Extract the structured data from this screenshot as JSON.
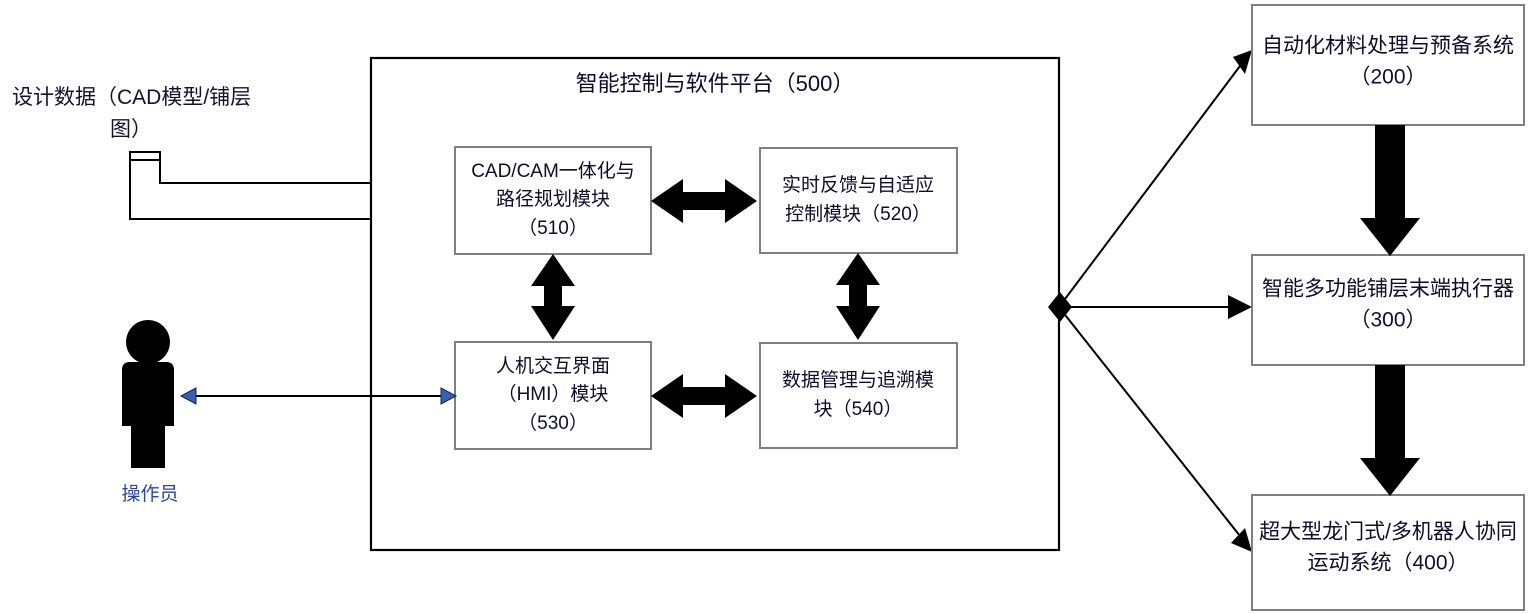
{
  "diagram": {
    "title_free_labels": {
      "design_data": "设计数据（CAD模型/铺层\n图）",
      "operator": "操作员"
    },
    "platform": {
      "title": "智能控制与软件平台（500）",
      "modules": [
        {
          "id": "510",
          "label": "CAD/CAM一体化与\n路径规划模块\n（510）"
        },
        {
          "id": "520",
          "label": "实时反馈与自适应\n控制模块（520）"
        },
        {
          "id": "530",
          "label": "人机交互界面\n（HMI）模块\n（530）"
        },
        {
          "id": "540",
          "label": "数据管理与追溯模\n块（540）"
        }
      ]
    },
    "subsystems": [
      {
        "id": "200",
        "label": "自动化材料处理与预备系统\n（200）"
      },
      {
        "id": "300",
        "label": "智能多功能铺层末端执行器\n（300）"
      },
      {
        "id": "400",
        "label": "超大型龙门式/多机器人协同\n运动系统（400）"
      }
    ],
    "colors": {
      "box_stroke": "#7f7f7f",
      "platform_stroke": "#000000",
      "text": "#0d0d2b",
      "actor_label": "#2b44a8",
      "arrow_fill": "#000000",
      "arrow_head_blue": "#3a5fb0",
      "background": "#ffffff"
    }
  }
}
